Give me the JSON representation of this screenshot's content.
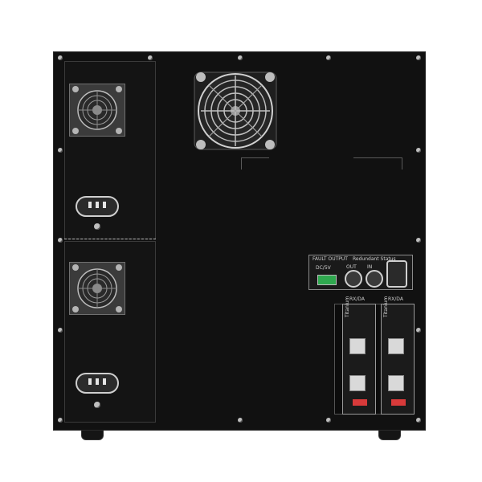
{
  "device": {
    "io_panel": {
      "fault_output_label": "FAULT OUTPUT",
      "redundant_label": "Redundant Status",
      "dc_label": "DC/5V",
      "port_labels": [
        "OUT",
        "IN"
      ]
    },
    "cards": [
      {
        "name_label": "Titanium",
        "top_label": "RX/DA"
      },
      {
        "name_label": "Titanium",
        "top_label": "RX/DA"
      }
    ],
    "status_colors": {
      "fault_connector": "#2fa84f",
      "latch": "#d83a3a"
    }
  }
}
